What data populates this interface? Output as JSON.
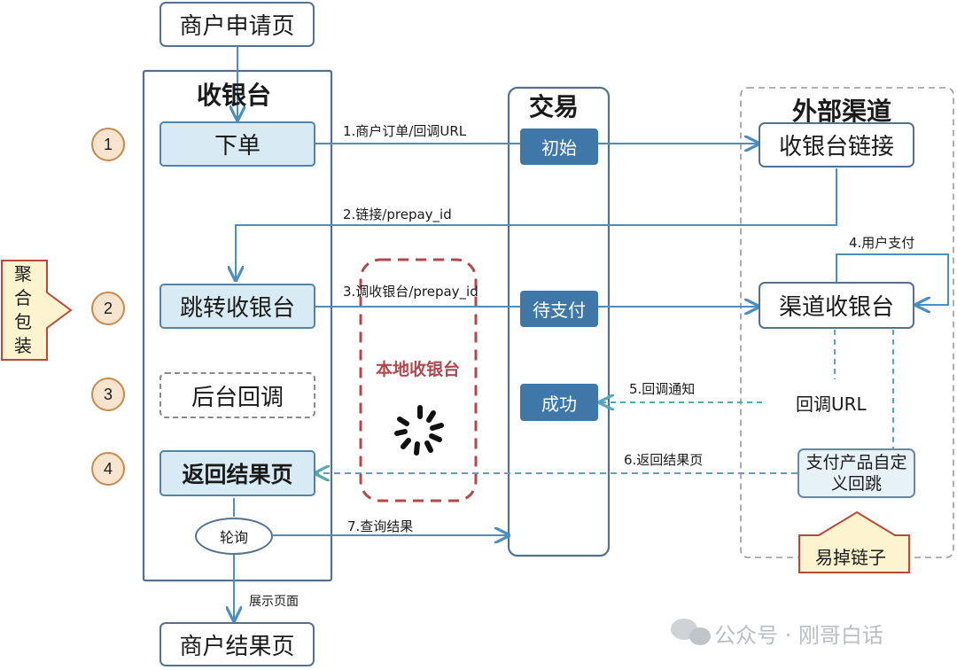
{
  "titles": {
    "cashier": "收银台",
    "trade": "交易",
    "external": "外部渠道",
    "local_cashier": "本地收银台"
  },
  "boxes": {
    "merchant_apply": "商户申请页",
    "merchant_result": "商户结果页",
    "place_order": "下单",
    "jump_cashier": "跳转收银台",
    "backend_callback": "后台回调",
    "return_result": "返回结果页",
    "polling": "轮询",
    "cashier_link": "收银台链接",
    "channel_cashier": "渠道收银台",
    "callback_url": "回调URL",
    "custom_redirect": "支付产品自定义回跳",
    "fragile_link": "易掉链子",
    "aggregate": "聚合包装"
  },
  "trade_states": {
    "initial": "初始",
    "pending": "待支付",
    "success": "成功"
  },
  "steps": [
    "1",
    "2",
    "3",
    "4"
  ],
  "arrows": {
    "a1": "1.商户订单/回调URL",
    "a2": "2.链接/prepay_id",
    "a3": "3.调收银台/prepay_id",
    "a4": "4.用户支付",
    "a5": "5.回调通知",
    "a6": "6.返回结果页",
    "a7": "7.查询结果",
    "show_page": "展示页面"
  },
  "watermark": "公众号 · 刚哥白话",
  "colors": {
    "line_blue": "#4b8fbf",
    "dash_teal": "#5aa7b4",
    "trade_fill": "#3f77a8",
    "local_dash": "#b0484c"
  }
}
